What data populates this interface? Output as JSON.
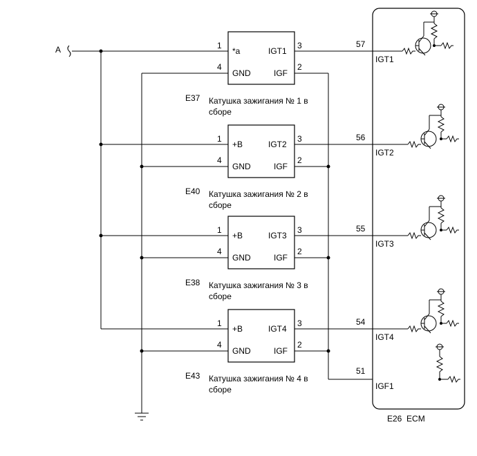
{
  "input_label": "A",
  "coils": [
    {
      "id": "E37",
      "name_line1": "Катушка зажигания № 1 в",
      "name_line2": "сборе",
      "pin1": "1",
      "pin1_name": "*a",
      "pin3": "3",
      "pin3_name": "IGT1",
      "pin4": "4",
      "pin4_name": "GND",
      "pin2": "2",
      "pin2_name": "IGF",
      "ecm_pin": "57",
      "ecm_signal": "IGT1"
    },
    {
      "id": "E40",
      "name_line1": "Катушка зажигания № 2 в",
      "name_line2": "сборе",
      "pin1": "1",
      "pin1_name": "+B",
      "pin3": "3",
      "pin3_name": "IGT2",
      "pin4": "4",
      "pin4_name": "GND",
      "pin2": "2",
      "pin2_name": "IGF",
      "ecm_pin": "56",
      "ecm_signal": "IGT2"
    },
    {
      "id": "E38",
      "name_line1": "Катушка зажигания № 3 в",
      "name_line2": "сборе",
      "pin1": "1",
      "pin1_name": "+B",
      "pin3": "3",
      "pin3_name": "IGT3",
      "pin4": "4",
      "pin4_name": "GND",
      "pin2": "2",
      "pin2_name": "IGF",
      "ecm_pin": "55",
      "ecm_signal": "IGT3"
    },
    {
      "id": "E43",
      "name_line1": "Катушка зажигания № 4 в",
      "name_line2": "сборе",
      "pin1": "1",
      "pin1_name": "+B",
      "pin3": "3",
      "pin3_name": "IGT4",
      "pin4": "4",
      "pin4_name": "GND",
      "pin2": "2",
      "pin2_name": "IGF",
      "ecm_pin": "54",
      "ecm_signal": "IGT4"
    }
  ],
  "igf": {
    "ecm_pin": "51",
    "ecm_signal": "IGF1"
  },
  "ecm": {
    "label": "E26  ECM"
  },
  "icons": {
    "ground": "ground-icon",
    "transistor": "npn-transistor-icon",
    "resistor": "resistor-icon",
    "supply": "supply-terminal-icon"
  }
}
